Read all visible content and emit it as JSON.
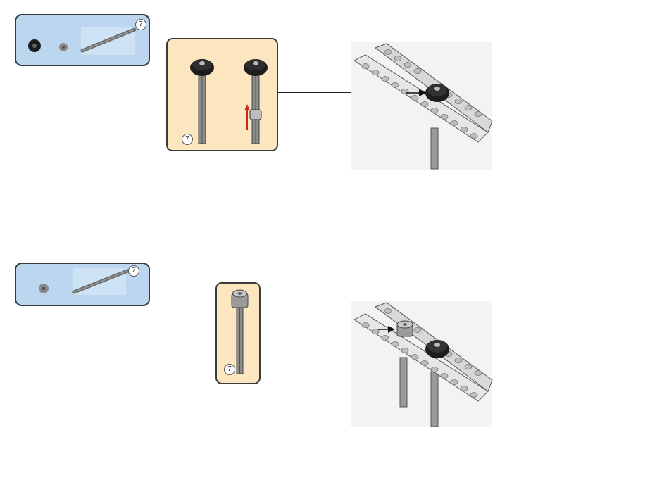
{
  "steps": [
    {
      "parts_list": {
        "badge": "7",
        "items": [
          "gear-12-tooth-icon",
          "bush-icon",
          "axle-7-icon"
        ]
      },
      "sub_assembly": {
        "badge": "7",
        "items": [
          "gear-on-axle-icon",
          "gear-on-axle-with-bush-icon",
          "push-up-arrow-icon"
        ]
      },
      "model": [
        "twin-beam-icon",
        "gear-12-tooth-icon",
        "axle-icon"
      ]
    },
    {
      "parts_list": {
        "badge": "7",
        "items": [
          "gear-8-tooth-icon",
          "axle-7-icon"
        ]
      },
      "sub_assembly": {
        "badge": "7",
        "items": [
          "small-gear-on-axle-icon"
        ]
      },
      "model": [
        "twin-beam-icon",
        "gear-12-tooth-icon",
        "gear-8-tooth-icon",
        "axle-icon",
        "axle-icon"
      ]
    }
  ],
  "colors": {
    "parts_bg": "#bcd6ef",
    "sub_bg": "#fbe6c0",
    "beam": "#e6e6e6",
    "gear": "#1d1d1d",
    "arrow": "#c62a1a"
  }
}
